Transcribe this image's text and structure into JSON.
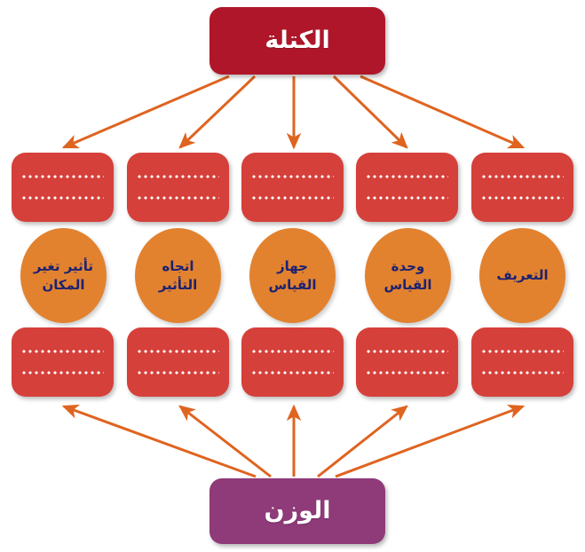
{
  "diagram": {
    "title_top": "الكتلة",
    "title_bottom": "الوزن",
    "blank_placeholder": "",
    "colors": {
      "top_box": "#B0162A",
      "bottom_box": "#8F3A79",
      "blank_card": "#D6403A",
      "circle": "#E2822F",
      "circle_text": "#1D2270",
      "arrow": "#DF6420",
      "background": "#FFFFFF",
      "box_text": "#FFFFFF"
    },
    "top_row_blanks": [
      {
        "id": "top-blank-1",
        "line1": "",
        "line2": ""
      },
      {
        "id": "top-blank-2",
        "line1": "",
        "line2": ""
      },
      {
        "id": "top-blank-3",
        "line1": "",
        "line2": ""
      },
      {
        "id": "top-blank-4",
        "line1": "",
        "line2": ""
      },
      {
        "id": "top-blank-5",
        "line1": "",
        "line2": ""
      }
    ],
    "concepts": [
      {
        "id": "concept-place-change-effect",
        "label": "تأثير تغير المكان"
      },
      {
        "id": "concept-effect-direction",
        "label": "اتجاه التأثير"
      },
      {
        "id": "concept-measuring-device",
        "label": "جهاز القياس"
      },
      {
        "id": "concept-measuring-unit",
        "label": "وحدة القياس"
      },
      {
        "id": "concept-definition",
        "label": "التعريف"
      }
    ],
    "bottom_row_blanks": [
      {
        "id": "bottom-blank-1",
        "line1": "",
        "line2": ""
      },
      {
        "id": "bottom-blank-2",
        "line1": "",
        "line2": ""
      },
      {
        "id": "bottom-blank-3",
        "line1": "",
        "line2": ""
      },
      {
        "id": "bottom-blank-4",
        "line1": "",
        "line2": ""
      },
      {
        "id": "bottom-blank-5",
        "line1": "",
        "line2": ""
      }
    ],
    "arrows": {
      "from_top_count": 5,
      "from_bottom_count": 5,
      "direction_top": "down",
      "direction_bottom": "up"
    }
  }
}
